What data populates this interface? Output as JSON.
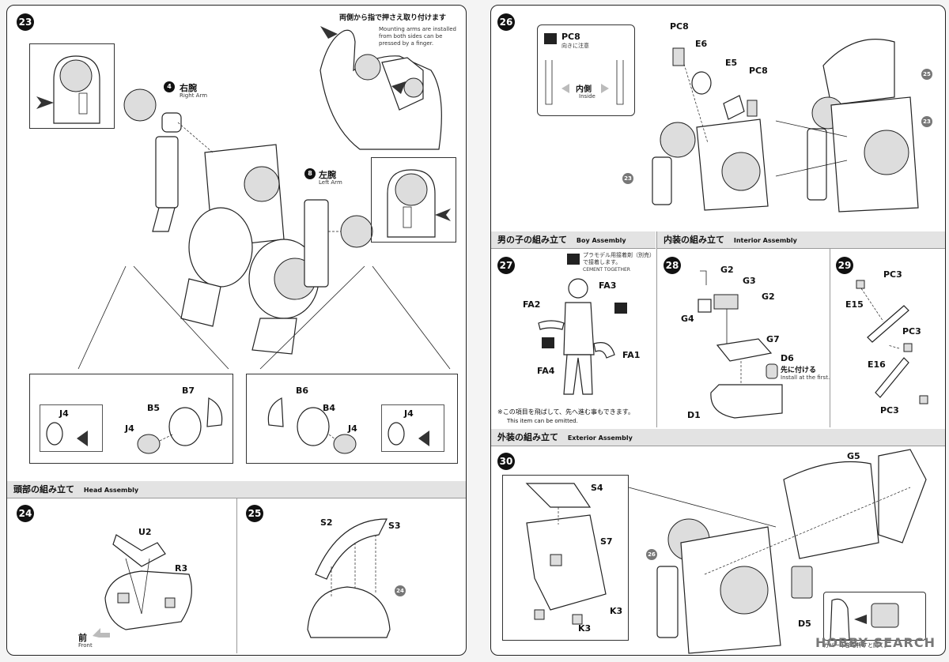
{
  "left_page": {
    "step23": {
      "number": "23",
      "note_jp": "両側から指で押さえ取り付けます",
      "note_en": "Mounting arms are installed from both sides can be pressed by a finger.",
      "right_arm_num": "4",
      "right_arm_jp": "右腕",
      "right_arm_en": "Right Arm",
      "left_arm_num": "8",
      "left_arm_jp": "左腕",
      "left_arm_en": "Left Arm",
      "detail_left": {
        "j4a": "J4",
        "b7": "B7",
        "b5": "B5",
        "j4b": "J4"
      },
      "detail_right": {
        "b6": "B6",
        "j4a": "J4",
        "b4": "B4",
        "j4b": "J4"
      }
    },
    "head_header": {
      "jp": "頭部の組み立て",
      "en": "Head Assembly"
    },
    "step24": {
      "number": "24",
      "u2": "U2",
      "r3": "R3",
      "front_jp": "前",
      "front_en": "Front"
    },
    "step25": {
      "number": "25",
      "s2": "S2",
      "s3": "S3",
      "ref": "24"
    }
  },
  "right_page": {
    "step26": {
      "number": "26",
      "pc8_box_label": "PC8",
      "pc8_note": "向きに注意",
      "inner_jp": "内側",
      "inner_en": "Inside",
      "parts": {
        "pc8a": "PC8",
        "e6": "E6",
        "e5": "E5",
        "pc8b": "PC8"
      },
      "refs": {
        "r25": "25",
        "r23a": "23",
        "r23b": "23"
      }
    },
    "boy_header": {
      "jp": "男の子の組み立て",
      "en": "Boy Assembly"
    },
    "step27": {
      "number": "27",
      "cement_jp_1": "プラモデル用接着剤（別売）",
      "cement_jp_2": "で接着します。",
      "cement_en": "CEMENT TOGETHER",
      "parts": {
        "fa3": "FA3",
        "fa2": "FA2",
        "fa1": "FA1",
        "fa4": "FA4"
      },
      "skip_jp": "※この項目を飛ばして、先へ進む事もできます。",
      "skip_en": "This item can be omitted."
    },
    "interior_header": {
      "jp": "内装の組み立て",
      "en": "Interior Assembly"
    },
    "step28": {
      "number": "28",
      "parts": {
        "g2a": "G2",
        "g3": "G3",
        "g2b": "G2",
        "g4": "G4",
        "g7": "G7",
        "d6": "D6",
        "d1": "D1"
      },
      "first_jp": "先に付ける",
      "first_en": "Install at the first."
    },
    "step29": {
      "number": "29",
      "parts": {
        "pc3a": "PC3",
        "e15": "E15",
        "pc3b": "PC3",
        "e16": "E16",
        "pc3c": "PC3"
      }
    },
    "exterior_header": {
      "jp": "外装の組み立て",
      "en": "Exterior Assembly"
    },
    "step30": {
      "number": "30",
      "parts": {
        "g5": "G5",
        "s4": "S4",
        "s7": "S7",
        "k3a": "K3",
        "k3b": "K3",
        "d5": "D5"
      },
      "ref": "26",
      "cover_note": "カバー下部を押すと開く。"
    },
    "watermark": "HOBBY SEARCH"
  }
}
